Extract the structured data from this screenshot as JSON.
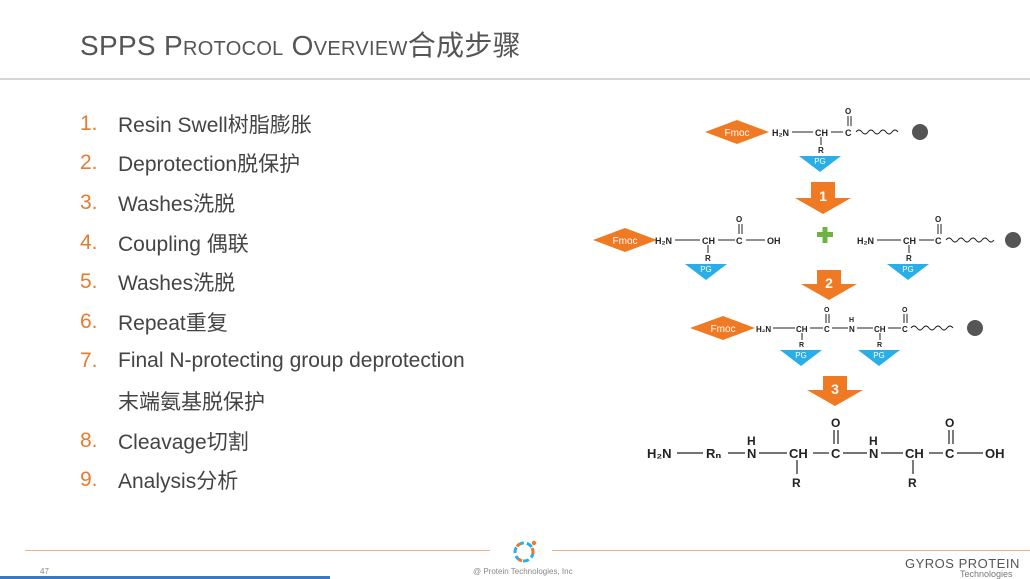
{
  "slide": {
    "title": "SPPS Protocol Overview合成步骤",
    "steps": [
      {
        "num": "1.",
        "text": "Resin Swell树脂膨胀"
      },
      {
        "num": "2.",
        "text": "Deprotection脱保护"
      },
      {
        "num": "3.",
        "text": "Washes洗脱"
      },
      {
        "num": "4.",
        "text": "Coupling 偶联"
      },
      {
        "num": "5.",
        "text": "Washes洗脱"
      },
      {
        "num": "6.",
        "text": "Repeat重复"
      },
      {
        "num": "7.",
        "text": "Final N-protecting group deprotection"
      },
      {
        "num": "",
        "text": "末端氨基脱保护"
      },
      {
        "num": "8.",
        "text": "Cleavage切割"
      },
      {
        "num": "9.",
        "text": "Analysis分析"
      }
    ]
  },
  "diagram": {
    "fmoc": "Fmoc",
    "pg": "PG",
    "h2n": "H₂N",
    "ch": "CH",
    "c": "C",
    "o": "O",
    "r": "R",
    "oh": "OH",
    "h": "H",
    "n": "N",
    "h2n_big": "H₂N",
    "rn": "Rₙ",
    "step_labels": [
      "1",
      "2",
      "3"
    ],
    "colors": {
      "orange": "#f07a23",
      "pg_blue": "#2aaee8",
      "plus_green": "#6db33f"
    }
  },
  "footer": {
    "page_number": "47",
    "copyright": "@ Protein Technologies, Inc",
    "brand": "GYROS PROTEIN",
    "brand_sub": "Technologies"
  }
}
